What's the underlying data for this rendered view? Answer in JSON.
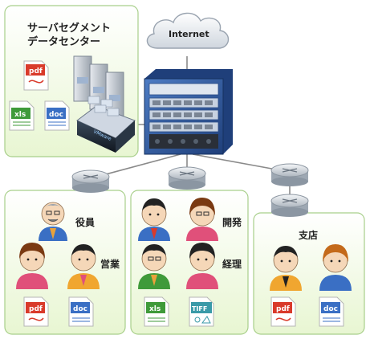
{
  "cloud": {
    "label": "Internet"
  },
  "datacenter": {
    "title_line1": "サーバセグメント",
    "title_line2": "データセンター",
    "file_icons": [
      "pdf",
      "xls",
      "doc"
    ],
    "blade_label": "VMware"
  },
  "office_left": {
    "labels": [
      "役員",
      "営業"
    ],
    "file_icons": [
      "pdf",
      "doc"
    ]
  },
  "office_middle": {
    "labels": [
      "開発",
      "経理"
    ],
    "file_icons": [
      "xls",
      "TIFF"
    ]
  },
  "branch": {
    "title": "支店",
    "file_icons": [
      "pdf",
      "doc"
    ]
  },
  "colors": {
    "panel_fill": "#eef9dc",
    "panel_stroke": "#a8cf8a",
    "switch_blue": "#2f5fa8",
    "pdf_red": "#d93a2b",
    "xls_green": "#3f9a3a",
    "doc_blue": "#3a6fc4",
    "tiff_teal": "#3a9aa8"
  }
}
